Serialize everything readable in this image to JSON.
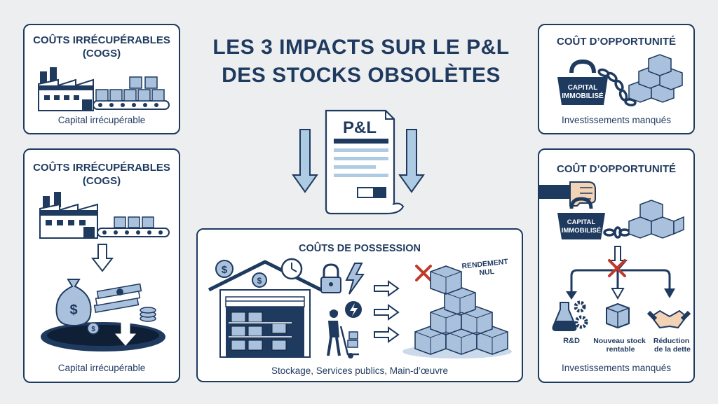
{
  "main_title_line1": "LES 3 IMPACTS SUR LE P&L",
  "main_title_line2": "DES STOCKS OBSOLÈTES",
  "pl_doc_label": "P&L",
  "panel_top_left": {
    "title": "COÛTS IRRÉCUPÉRABLES\n(COGS)",
    "caption": "Capital irrécupérable"
  },
  "panel_bottom_left": {
    "title": "COÛTS IRRÉCUPÉRABLES\n(COGS)",
    "caption": "Capital irrécupérable"
  },
  "panel_center": {
    "title": "COÛTS DE POSSESSION",
    "zero_return_label": "RENDEMENT\nNUL",
    "caption": "Stockage, Services publics, Main-d’œuvre"
  },
  "panel_top_right": {
    "title": "COÛT D’OPPORTUNITÉ",
    "weight_label": "CAPITAL\nIMMOBILISÉ",
    "caption": "Investissements manqués"
  },
  "panel_bottom_right": {
    "title": "COÛT D’OPPORTUNITÉ",
    "weight_label": "CAPITAL\nIMMOBILISÉ",
    "option_rd": "R&D",
    "option_stock": "Nouveau stock\nrentable",
    "option_debt": "Réduction\nde la dette",
    "caption": "Investissements manqués"
  },
  "icons": [
    "factory-icon",
    "conveyor-icon",
    "box-icon",
    "money-bag-icon",
    "cash-stack-icon",
    "coin-icon",
    "sinkhole-icon",
    "warehouse-icon",
    "dollar-coin-icon",
    "clock-icon",
    "padlock-icon",
    "lightning-icon",
    "worker-hand-truck-icon",
    "x-mark-icon",
    "kettlebell-icon",
    "chain-icon",
    "hand-icon",
    "flask-icon",
    "gear-icon",
    "handshake-icon",
    "pl-document-icon",
    "arrow-down-icon"
  ],
  "colors": {
    "navy": "#1f3a5f",
    "box_blue": "#a9c1dc",
    "light_blue": "#c9d8ea",
    "arrow_blue": "#aecbe4",
    "red": "#c0392b",
    "background": "#eceeef"
  }
}
